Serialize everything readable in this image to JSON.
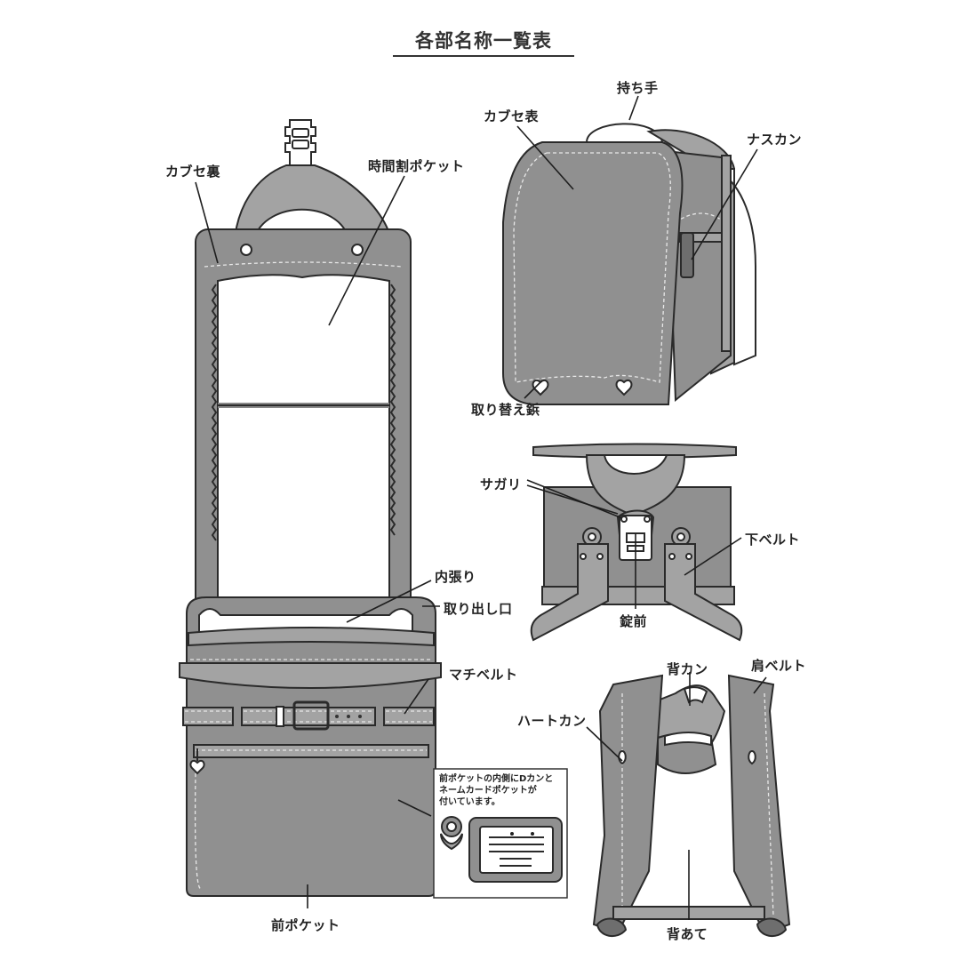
{
  "title": "各部名称一覧表",
  "labels": {
    "kabuse_ura": "カブセ裏",
    "jikanwari_pocket": "時間割ポケット",
    "mochite": "持ち手",
    "kabuse_omote": "カブセ表",
    "nasukan": "ナスカン",
    "torikae_byou": "取り替え鋲",
    "sagari": "サガリ",
    "shita_belt": "下ベルト",
    "jomae": "錠前",
    "uchibari": "内張り",
    "toridashiguchi": "取り出し口",
    "machi_belt": "マチベルト",
    "sekan": "背カン",
    "kata_belt": "肩ベルト",
    "heart_kan": "ハートカン",
    "mae_pocket": "前ポケット",
    "seate": "背あて"
  },
  "note": {
    "text": "前ポケットの内側にDカンと\nネームカードポケットが\n付いています。"
  },
  "colors": {
    "leather": "#8f8f8f",
    "leather_light": "#a6a6a6",
    "outline": "#2a2a2a",
    "stitch": "#e6e6e6",
    "lining": "#ffffff",
    "text": "#222222"
  }
}
